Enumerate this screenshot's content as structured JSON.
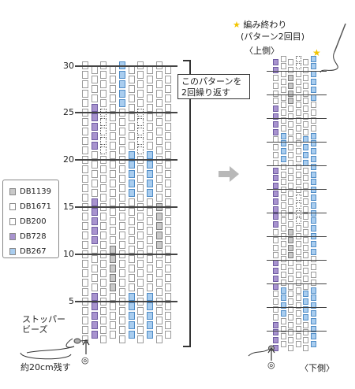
{
  "legend": {
    "items": [
      {
        "code": "DB1139",
        "swatch": "gray"
      },
      {
        "code": "DB1671",
        "swatch": "dotted"
      },
      {
        "code": "DB200",
        "swatch": "white"
      },
      {
        "code": "DB728",
        "swatch": "purple"
      },
      {
        "code": "DB267",
        "swatch": "blue"
      }
    ]
  },
  "left_pattern": {
    "row_ticks": [
      "30",
      "25",
      "20",
      "15",
      "10",
      "5"
    ],
    "repeat_note": "このパターンを\n2回繰り返す",
    "stopper_label": "ストッパー\nビーズ",
    "tail_label": "約20cm残す",
    "start_symbol": "◎"
  },
  "right_pattern": {
    "finish_star": "★",
    "finish_label": "編み終わり",
    "finish_sub": "(パターン2回目)",
    "top_label": "〈上側〉",
    "bottom_label": "〈下側〉",
    "start_symbol": "◎"
  },
  "colors": {
    "gray": "#c9c9c9",
    "dotted": "#ffffff",
    "white": "#ffffff",
    "purple": "#a893cf",
    "blue": "#a9cdef",
    "star": "#f2c500",
    "arrow": "#b8b8b8"
  }
}
